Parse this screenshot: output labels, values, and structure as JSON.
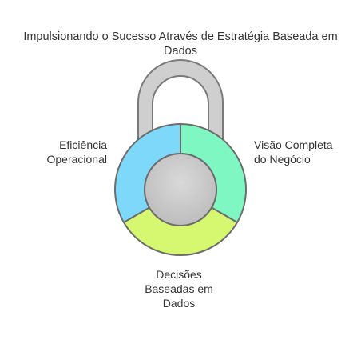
{
  "diagram": {
    "title_lines": [
      "Impulsionando o Sucesso Através de Estratégia Baseada em",
      "Dados"
    ],
    "segments": [
      {
        "lines": [
          "Eficiência",
          "Operacional"
        ],
        "color": "#7dd8fa"
      },
      {
        "lines": [
          "Visão Completa",
          "do Negócio"
        ],
        "color": "#7ff7c3"
      },
      {
        "lines": [
          "Decisões",
          "Baseadas em",
          "Dados"
        ],
        "color": "#d6f871"
      }
    ],
    "colors": {
      "shackle": "#cfcfcf",
      "shackle_stroke": "#7a7a7a",
      "center": "#c8c8c8",
      "segment_stroke": "#6d6d6d"
    }
  }
}
